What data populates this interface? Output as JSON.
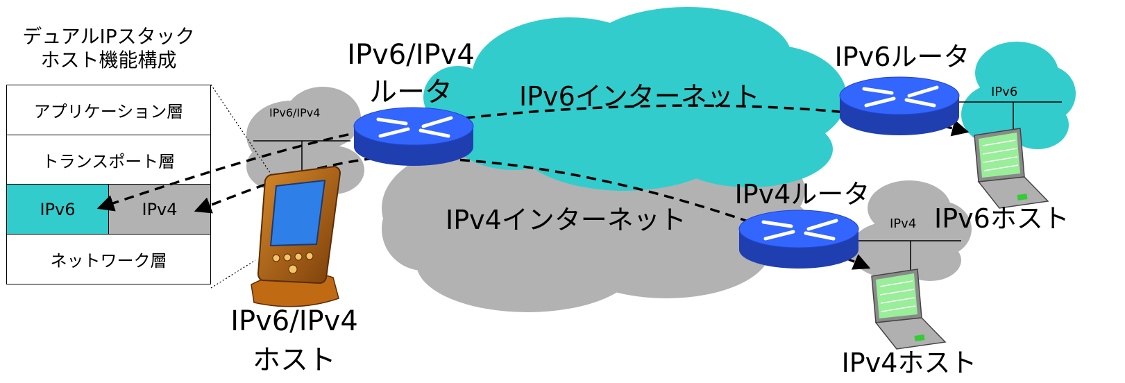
{
  "stack": {
    "title": [
      "デュアルIPスタック",
      "ホスト機能構成"
    ],
    "app_layer": "アプリケーション層",
    "transport_layer": "トランスポート層",
    "ipv6": "IPv6",
    "ipv4": "IPv4",
    "network_layer": "ネットワーク層"
  },
  "labels": {
    "dual_router": [
      "IPv6/IPv4",
      "ルータ"
    ],
    "dual_host": [
      "IPv6/IPv4",
      "ホスト"
    ],
    "dual_cloud": "IPv6/IPv4",
    "ipv6_internet": "IPv6インターネット",
    "ipv4_internet": "IPv4インターネット",
    "ipv6_router": "IPv6ルータ",
    "ipv4_router": "IPv4ルータ",
    "ipv6_cloud": "IPv6",
    "ipv4_cloud": "IPv4",
    "ipv6_host": "IPv6ホスト",
    "ipv4_host": "IPv4ホスト"
  },
  "colors": {
    "ipv6_cloud": "#33cccc",
    "ipv4_cloud": "#b2b2b2",
    "router": "#3366ff",
    "laptop_screen": "#99ee99"
  }
}
